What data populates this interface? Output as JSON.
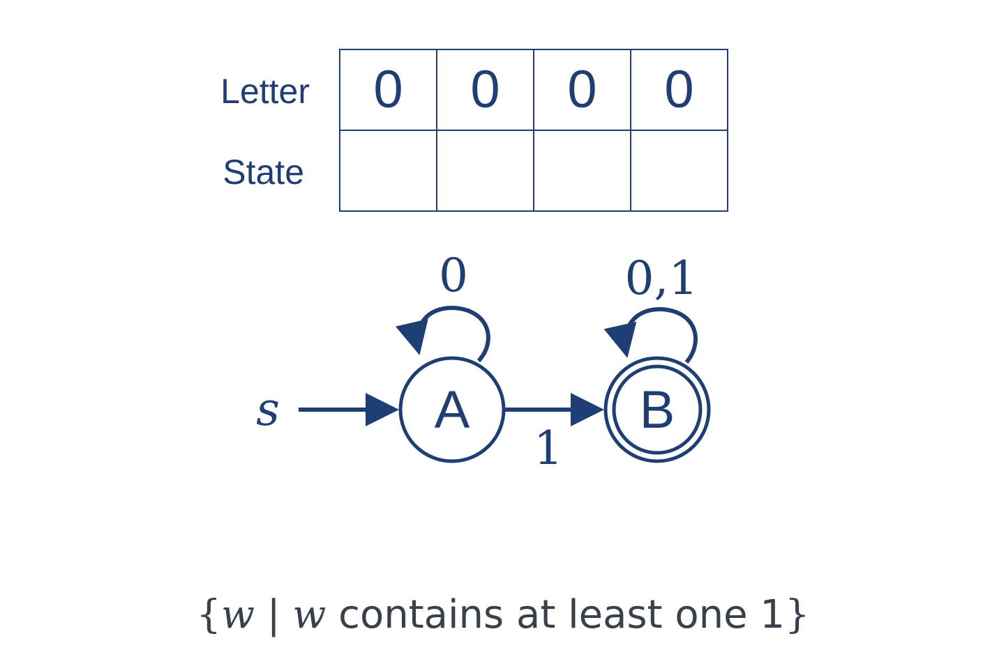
{
  "table": {
    "row_labels": {
      "letter": "Letter",
      "state": "State"
    },
    "letters": [
      "0",
      "0",
      "0",
      "0"
    ],
    "states": [
      "",
      "",
      "",
      ""
    ]
  },
  "automaton": {
    "start_label": "s",
    "states": [
      {
        "name": "A",
        "accepting": false
      },
      {
        "name": "B",
        "accepting": true
      }
    ],
    "self_loop_labels": {
      "A": "0",
      "B": "0,1"
    },
    "transition_label": "1"
  },
  "caption": {
    "open_brace": "{",
    "var1": "w",
    "bar": " | ",
    "var2": "w",
    "text": " contains at least one 1",
    "close_brace": "}"
  },
  "colors": {
    "diagram": "#1f3e73",
    "caption": "#38404a"
  }
}
